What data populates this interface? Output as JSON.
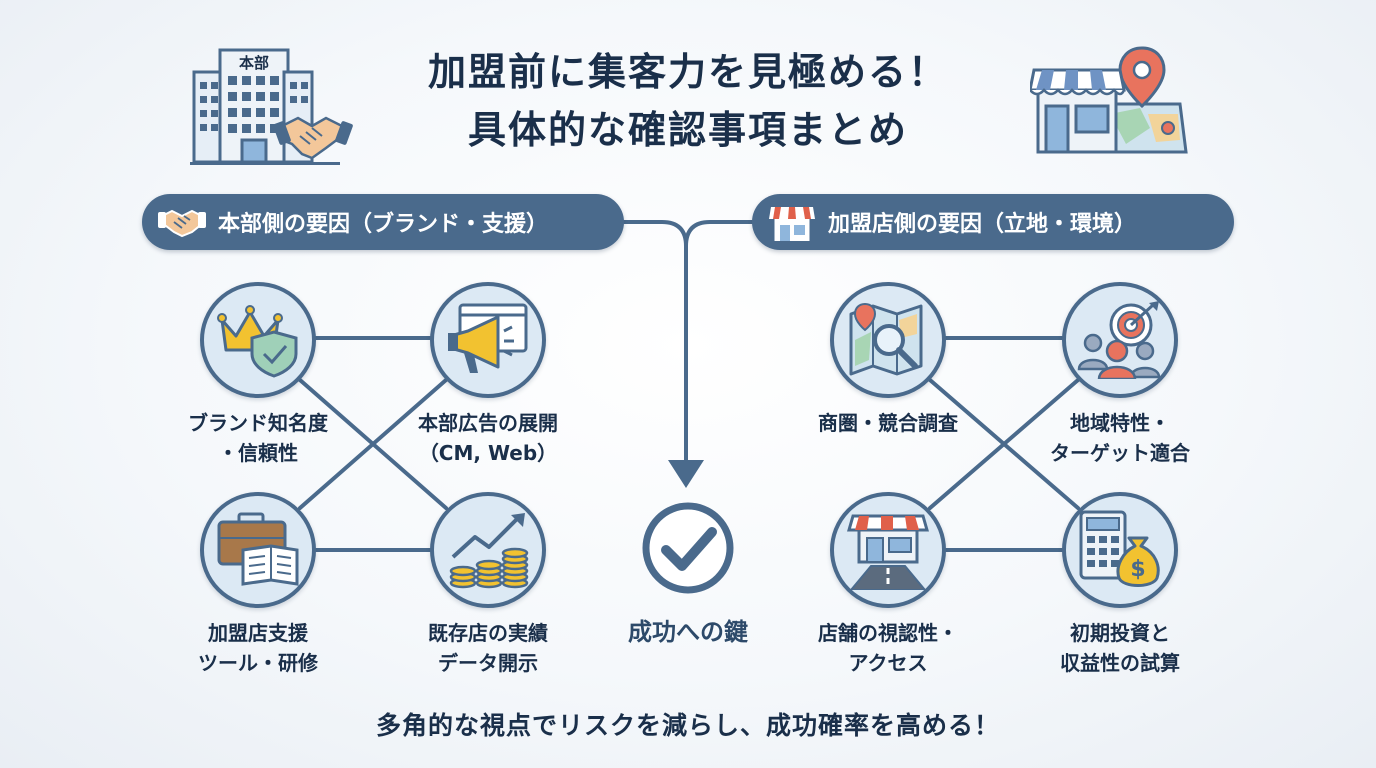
{
  "title": {
    "line1": "加盟前に集客力を見極める！",
    "line2": "具体的な確認事項まとめ"
  },
  "header_icons": {
    "left": [
      "office-building-icon",
      "handshake-icon"
    ],
    "left_building_sign": "本部",
    "right": [
      "storefront-icon",
      "map-pin-icon"
    ]
  },
  "left_group": {
    "heading": "本部側の要因（ブランド・支援）",
    "icon": "handshake-icon",
    "items": [
      {
        "icon": "crown-shield-icon",
        "lines": [
          "ブランド知名度",
          "・信頼性"
        ]
      },
      {
        "icon": "megaphone-icon",
        "lines": [
          "本部広告の展開",
          "（CM, Web）"
        ]
      },
      {
        "icon": "briefcase-book-icon",
        "lines": [
          "加盟店支援",
          "ツール・研修"
        ]
      },
      {
        "icon": "coins-growth-icon",
        "lines": [
          "既存店の実績",
          "データ開示"
        ]
      }
    ]
  },
  "right_group": {
    "heading": "加盟店側の要因（立地・環境）",
    "icon": "storefront-icon",
    "items": [
      {
        "icon": "map-search-icon",
        "lines": [
          "商圏・競合調査"
        ]
      },
      {
        "icon": "target-people-icon",
        "lines": [
          "地域特性・",
          "ターゲット適合"
        ]
      },
      {
        "icon": "store-road-icon",
        "lines": [
          "店舗の視認性・",
          "アクセス"
        ]
      },
      {
        "icon": "calculator-money-icon",
        "lines": [
          "初期投資と",
          "収益性の試算"
        ]
      }
    ]
  },
  "center": {
    "icon": "checkmark-circle-icon",
    "label": "成功への鍵"
  },
  "bottom_message": "多角的な視点でリスクを減らし、成功確率を高める！",
  "colors": {
    "primary": "#4a6a8c",
    "node_fill": "#dce9f4",
    "text_dark": "#1a2f4a",
    "gold": "#f2c230",
    "accent_red": "#e0604a"
  }
}
